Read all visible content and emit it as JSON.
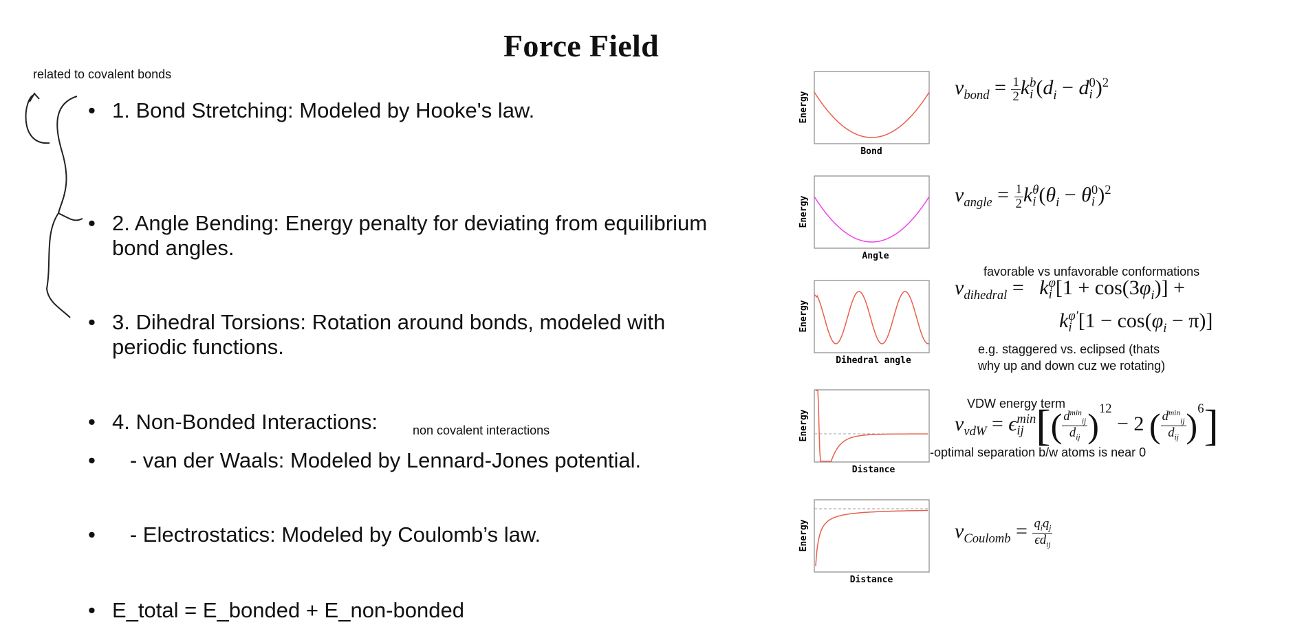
{
  "title": "Force Field",
  "side_note": "related to covalent bonds",
  "bullets": [
    {
      "marker": "•",
      "lines": [
        "1. Bond Stretching: Modeled by Hooke's law."
      ]
    },
    {
      "marker": "•",
      "lines": [
        "2. Angle Bending: Energy penalty for deviating from equilibrium",
        "bond angles."
      ]
    },
    {
      "marker": "•",
      "lines": [
        "3. Dihedral Torsions: Rotation around bonds, modeled with",
        "periodic functions."
      ]
    },
    {
      "marker": "•",
      "lines": [
        "4. Non-Bonded Interactions:"
      ],
      "note": "non covalent interactions"
    },
    {
      "marker": "•",
      "lines": [
        "   - van der Waals: Modeled by Lennard-Jones potential."
      ]
    },
    {
      "marker": "•",
      "lines": [
        "   - Electrostatics: Modeled by Coulomb’s law."
      ]
    },
    {
      "marker": "•",
      "lines": [
        "E_total = E_bonded + E_non-bonded"
      ]
    }
  ],
  "graphs": [
    {
      "ylabel": "Energy",
      "xlabel": "Bond",
      "curve": "harmonic",
      "color": "#e8604c"
    },
    {
      "ylabel": "Energy",
      "xlabel": "Angle",
      "curve": "harmonic",
      "color": "#ee44ee"
    },
    {
      "ylabel": "Energy",
      "xlabel": "Dihedral angle",
      "curve": "periodic",
      "color": "#e8604c"
    },
    {
      "ylabel": "Energy",
      "xlabel": "Distance",
      "curve": "lennard-jones",
      "color": "#e8604c"
    },
    {
      "ylabel": "Energy",
      "xlabel": "Distance",
      "curve": "coulomb",
      "color": "#e8604c"
    }
  ],
  "equations": {
    "bond": {
      "v": "v",
      "sub": "bond"
    },
    "angle": {
      "v": "v",
      "sub": "angle"
    },
    "dihedral": {
      "v": "v",
      "sub": "dihedral"
    },
    "vdw": {
      "v": "v",
      "sub": "vdW"
    },
    "coulomb": {
      "v": "v",
      "sub": "Coulomb"
    }
  },
  "annotations": {
    "dihedral_top": "favorable vs unfavorable conformations",
    "dihedral_bottom_1": "e.g. staggered vs. eclipsed (thats",
    "dihedral_bottom_2": "why up and down cuz we rotating)",
    "vdw_top": "VDW energy term",
    "vdw_bottom": "-optimal separation b/w atoms is near 0"
  },
  "colors": {
    "curve_red": "#e8604c",
    "curve_magenta": "#ee44ee",
    "axis": "#888888",
    "dashed": "#9aa0a6"
  }
}
